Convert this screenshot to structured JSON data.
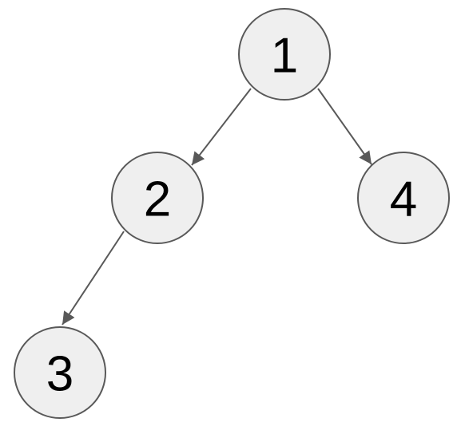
{
  "diagram": {
    "type": "tree",
    "colors": {
      "node_fill": "#efefef",
      "node_stroke": "#595959",
      "edge": "#595959",
      "text": "#000000"
    },
    "nodes": [
      {
        "id": "n1",
        "label": "1"
      },
      {
        "id": "n2",
        "label": "2"
      },
      {
        "id": "n3",
        "label": "3"
      },
      {
        "id": "n4",
        "label": "4"
      }
    ],
    "edges": [
      {
        "from": "n1",
        "to": "n2",
        "directed": true
      },
      {
        "from": "n1",
        "to": "n4",
        "directed": true
      },
      {
        "from": "n2",
        "to": "n3",
        "directed": true
      }
    ]
  }
}
